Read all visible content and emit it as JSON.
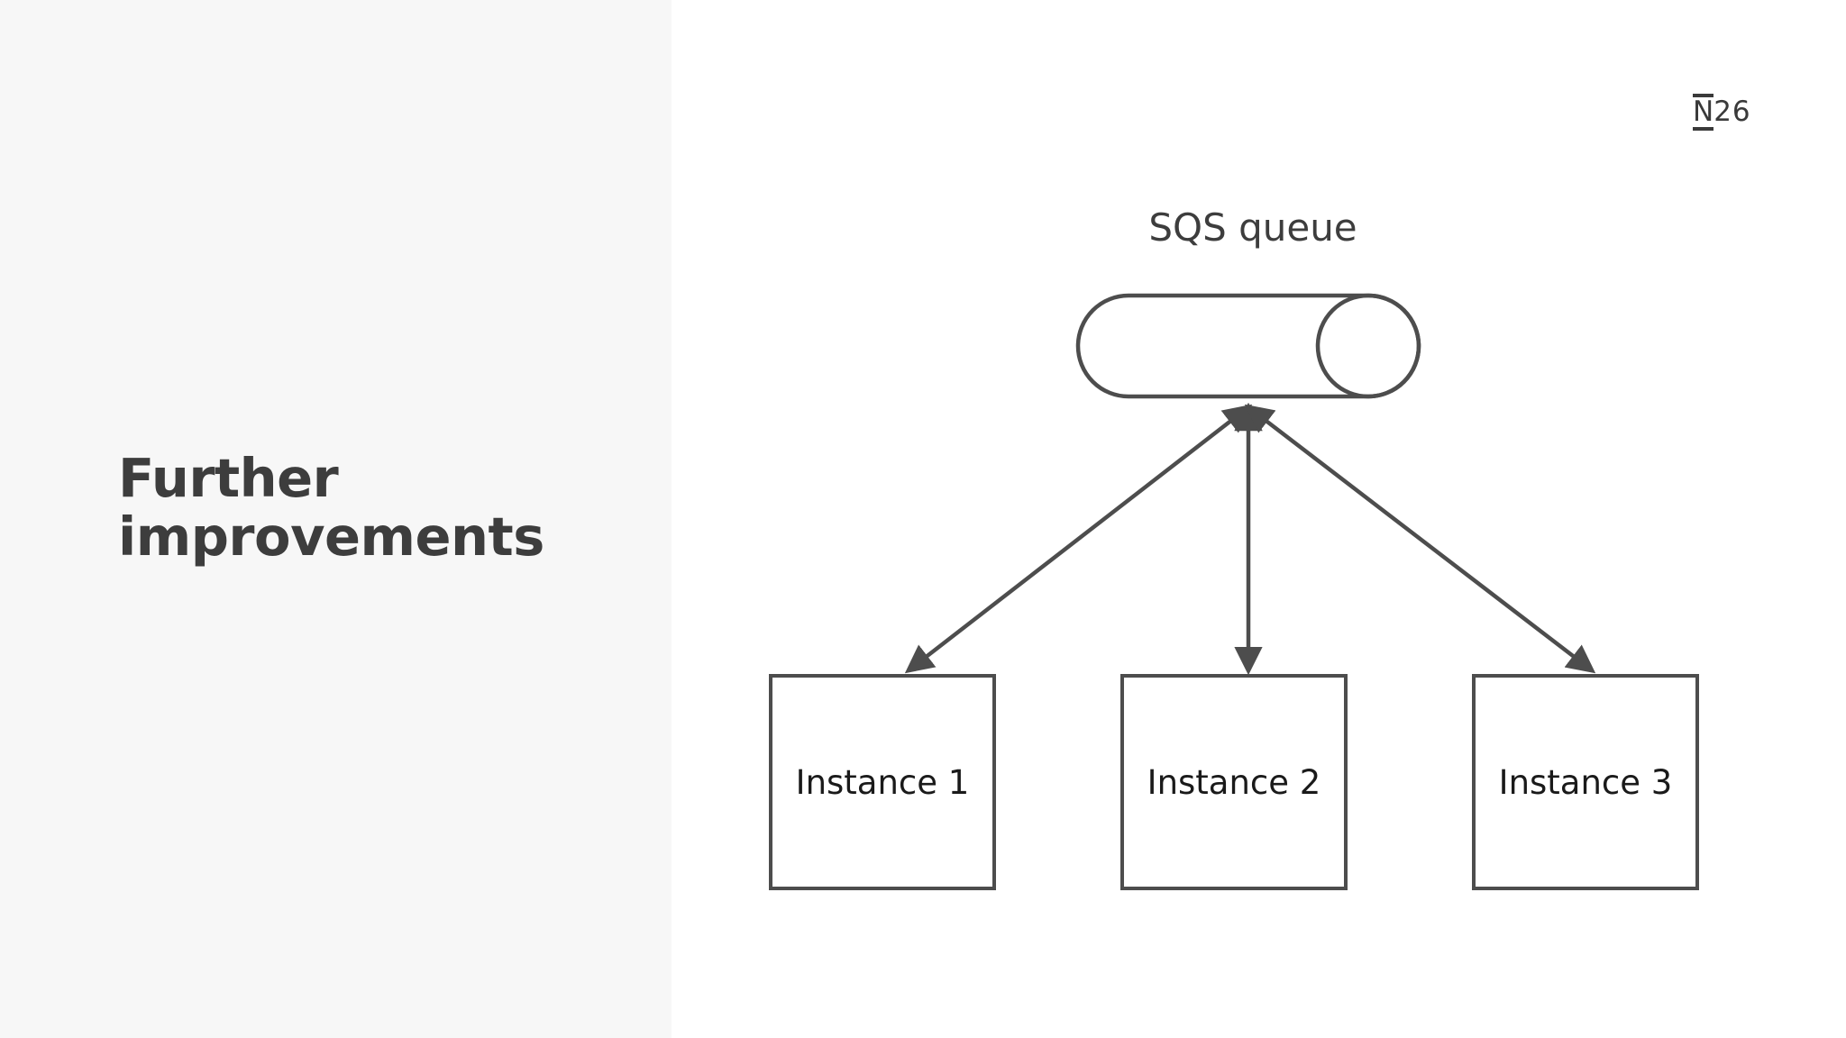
{
  "slide": {
    "title": "Further\nimprovements",
    "background_color": "#ffffff",
    "left_panel_color": "#f7f7f7",
    "title_color": "#3d3d3d"
  },
  "brand": {
    "logo_letter": "N",
    "logo_number": "26",
    "logo_color": "#3a3a3a"
  },
  "diagram": {
    "type": "architecture-flow",
    "stroke_color": "#4d4d4d",
    "queue": {
      "label": "SQS queue",
      "shape": "cylinder"
    },
    "nodes": [
      {
        "label": "Instance 1",
        "shape": "rectangle"
      },
      {
        "label": "Instance 2",
        "shape": "rectangle"
      },
      {
        "label": "Instance 3",
        "shape": "rectangle"
      }
    ],
    "connectors": [
      {
        "from": "SQS queue",
        "to": "Instance 1",
        "direction": "bidirectional"
      },
      {
        "from": "SQS queue",
        "to": "Instance 2",
        "direction": "bidirectional"
      },
      {
        "from": "SQS queue",
        "to": "Instance 3",
        "direction": "bidirectional"
      }
    ]
  }
}
